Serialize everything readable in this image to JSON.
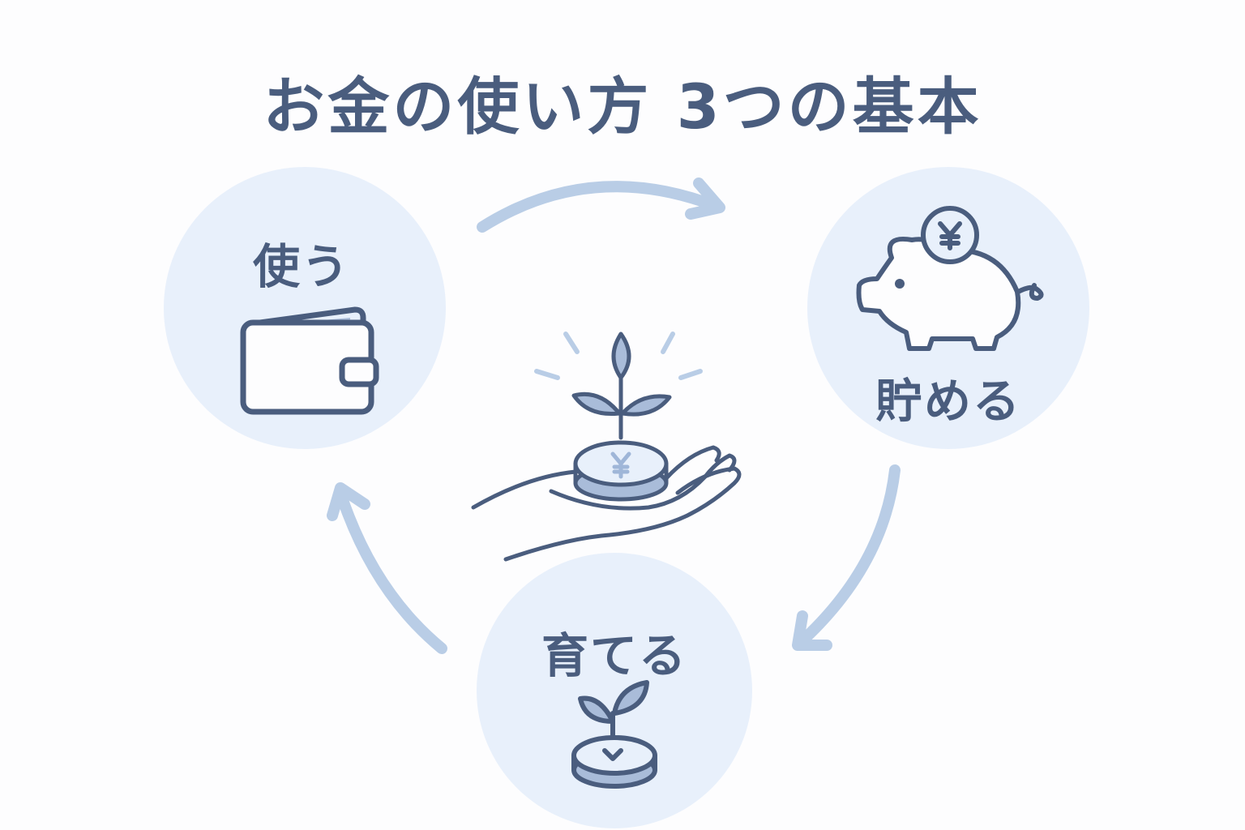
{
  "title": "お金の使い方 3つの基本",
  "steps": [
    {
      "label": "使う",
      "icon": "wallet-icon"
    },
    {
      "label": "貯める",
      "icon": "piggy-bank-icon"
    },
    {
      "label": "育てる",
      "icon": "sprout-coin-icon"
    }
  ],
  "center_icon": "hand-holding-coin-sprout-icon",
  "colors": {
    "text": "#4a5d7e",
    "circle": "#e8f0fb",
    "arrow": "#b9cde6",
    "accent": "#9fb6d8"
  }
}
